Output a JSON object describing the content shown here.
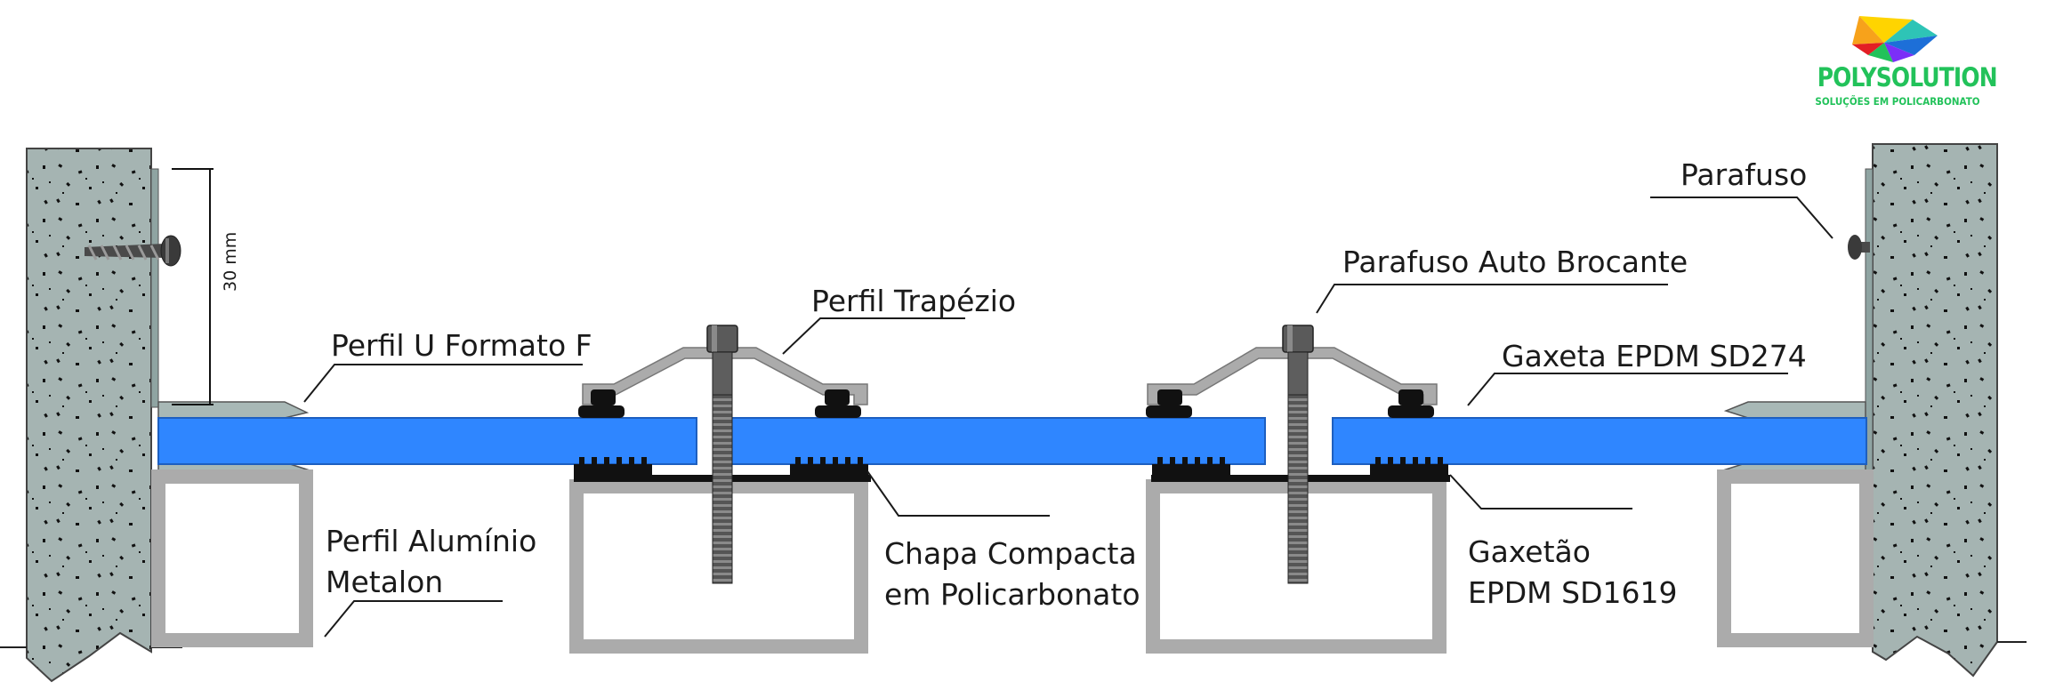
{
  "brand": {
    "name": "POLYSOLUTION",
    "tagline": "SOLUÇÕES EM POLICARBONATO",
    "colors": [
      "#e31e24",
      "#f7a21b",
      "#ffd400",
      "#2ec4b6",
      "#1d6fd8",
      "#7b2ff7",
      "#22c25a"
    ]
  },
  "dimension": {
    "label": "30 mm"
  },
  "labels": {
    "perfil_u": "Perfil U Formato F",
    "perfil_trapezio": "Perfil Trapézio",
    "parafuso_auto": "Parafuso Auto Brocante",
    "parafuso": "Parafuso",
    "gaxeta": "Gaxeta  EPDM SD274",
    "perfil_aluminio": "Perfil Alumínio\nMetalon",
    "chapa": "Chapa Compacta\nem Policarbonato",
    "gaxetao": "Gaxetão\nEPDM SD1619"
  },
  "colors": {
    "sheet": "#2f86ff",
    "wall": "#a5b4b2",
    "metal": "#aeaeae",
    "gasket": "#111111",
    "text": "#1a1a1a",
    "brand_green": "#22c25a"
  }
}
